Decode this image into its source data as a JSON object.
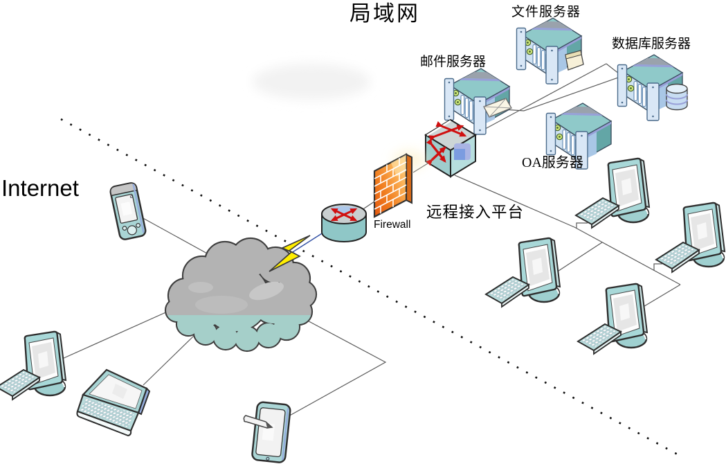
{
  "diagram": {
    "title": "局域网",
    "labels": {
      "internet": "Internet",
      "firewall": "Firewall",
      "file_server": "文件服务器",
      "db_server": "数据库服务器",
      "mail_server": "邮件服务器",
      "oa_server": "OA服务器",
      "remote_platform": "远程接入平台"
    },
    "nodes": [
      {
        "id": "cloud",
        "type": "internet-cloud"
      },
      {
        "id": "router",
        "type": "router"
      },
      {
        "id": "firewall",
        "type": "firewall",
        "label": "Firewall"
      },
      {
        "id": "switch",
        "type": "switch",
        "label": "远程接入平台"
      },
      {
        "id": "file-server",
        "type": "server",
        "label": "文件服务器"
      },
      {
        "id": "mail-server",
        "type": "server",
        "label": "邮件服务器"
      },
      {
        "id": "db-server",
        "type": "server",
        "label": "数据库服务器"
      },
      {
        "id": "oa-server",
        "type": "server",
        "label": "OA服务器"
      },
      {
        "id": "pda",
        "type": "pda"
      },
      {
        "id": "desktop-left",
        "type": "desktop"
      },
      {
        "id": "laptop",
        "type": "laptop"
      },
      {
        "id": "tablet",
        "type": "tablet"
      },
      {
        "id": "desktop-1",
        "type": "desktop"
      },
      {
        "id": "desktop-2",
        "type": "desktop"
      },
      {
        "id": "desktop-3",
        "type": "desktop"
      },
      {
        "id": "desktop-4",
        "type": "desktop"
      }
    ],
    "connections": [
      [
        "pda",
        "cloud"
      ],
      [
        "desktop-left",
        "cloud"
      ],
      [
        "laptop",
        "cloud"
      ],
      [
        "tablet",
        "cloud"
      ],
      [
        "cloud",
        "router"
      ],
      [
        "router",
        "firewall"
      ],
      [
        "firewall",
        "switch"
      ],
      [
        "switch",
        "lan-backbone"
      ],
      [
        "mail-server",
        "lan-backbone"
      ],
      [
        "lan-backbone",
        "db-server"
      ],
      [
        "switch",
        "client-bus"
      ],
      [
        "desktop-1",
        "client-bus"
      ],
      [
        "desktop-2",
        "client-bus"
      ],
      [
        "desktop-3",
        "client-bus"
      ],
      [
        "desktop-4",
        "client-bus"
      ]
    ],
    "colors": {
      "device_teal": "#a8d4d4",
      "side_teal": "#63a6a6",
      "server_front": "#cfe2f2",
      "firewall_orange": "#f07c1e",
      "arrow_red": "#d01010",
      "cloud_gray": "#b3b3b3",
      "lightning_yellow": "#ffee00",
      "line_gray": "#5a5a5a"
    }
  }
}
